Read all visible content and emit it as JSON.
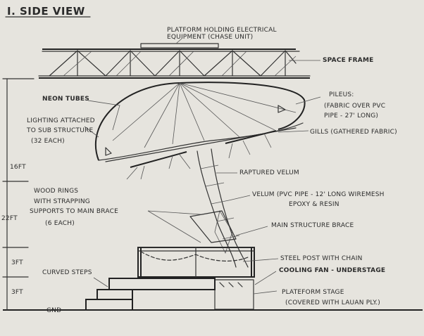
{
  "title": "I. SIDE VIEW",
  "labels": {
    "platform": [
      "PLATFORM HOLDING ELECTRICAL",
      "EQUIPMENT (CHASE UNIT)"
    ],
    "space_frame": "SPACE FRAME",
    "neon_tubes": "NEON TUBES",
    "pileus": [
      "PILEUS:",
      "(FABRIC OVER PVC",
      "PIPE - 27' LONG)"
    ],
    "lighting": [
      "LIGHTING ATTACHED",
      "TO SUB STRUCTURE",
      "(32 EACH)"
    ],
    "gills": "GILLS (GATHERED FABRIC)",
    "raptured_velum": "RAPTURED VELUM",
    "wood_rings": [
      "WOOD RINGS",
      "WITH STRAPPING",
      "SUPPORTS TO MAIN BRACE",
      "(6 EACH)"
    ],
    "velum": [
      "VELUM (PVC PIPE - 12' LONG  WIREMESH",
      "EPOXY & RESIN"
    ],
    "main_brace": "MAIN STRUCTURE BRACE",
    "steel_post": "STEEL POST WITH CHAIN",
    "cooling_fan": "COOLING FAN - UNDERSTAGE",
    "curved_steps": "CURVED STEPS",
    "platform_stage": [
      "PLATEFORM STAGE",
      "(COVERED WITH LAUAN PLY.)"
    ],
    "gnd": "GND"
  },
  "dimensions": {
    "d_16ft": "16FT",
    "d_22ft": "22FT",
    "d_3ft_upper": "3FT",
    "d_3ft_lower": "3FT"
  }
}
